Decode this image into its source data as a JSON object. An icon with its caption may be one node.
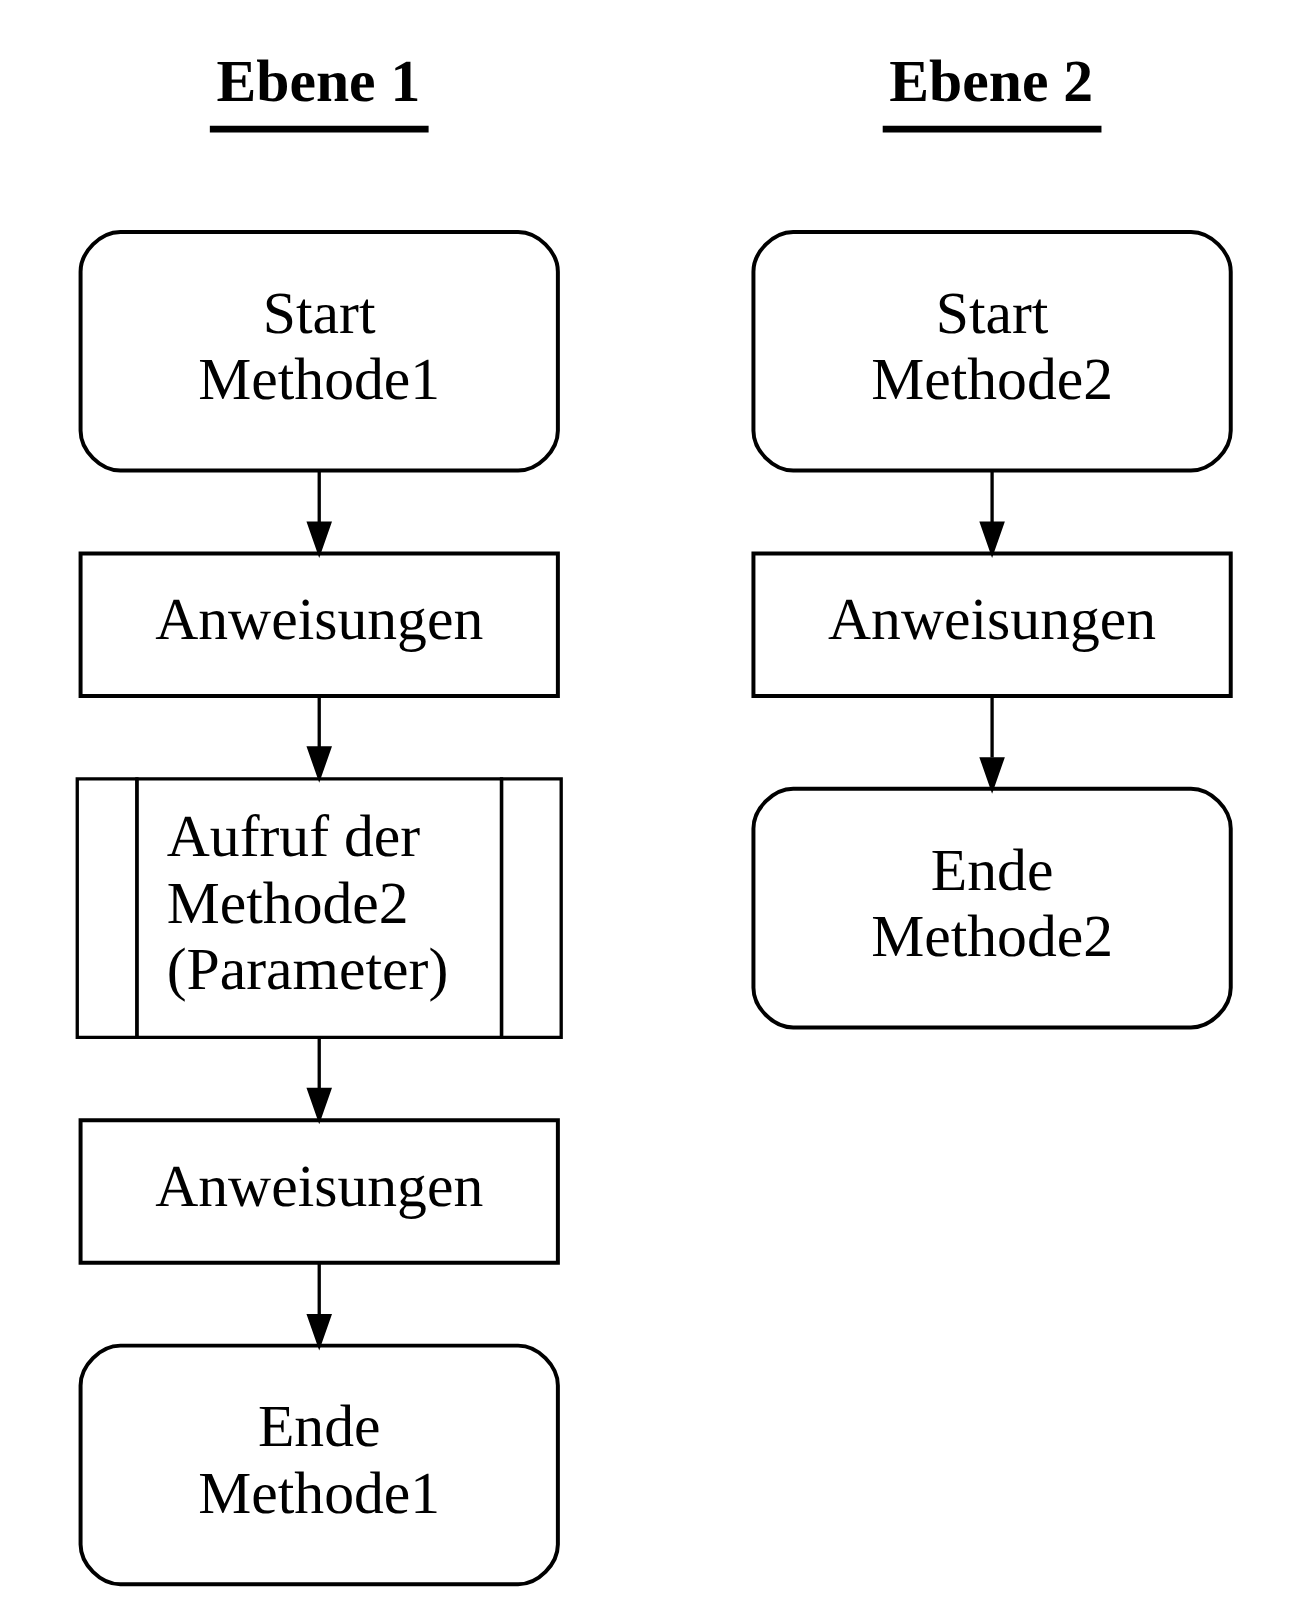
{
  "diagram": {
    "nodes": [
      {
        "text": [
          "Start Methode1"
        ]
      },
      {
        "text": [
          "Anweisungen"
        ]
      },
      {
        "text": [
          "Aufruf der Methode2 (Parameter)"
        ]
      },
      {
        "text": [
          "Anweisungen"
        ]
      },
      {
        "text": [
          "Ende Methode1"
        ]
      },
      {
        "text": [
          "Start Methode2"
        ]
      },
      {
        "text": [
          "Anweisungen"
        ]
      },
      {
        "text": [
          "Ende Methode2"
        ]
      }
    ],
    "edges": [
      {
        "from": 0,
        "to": 1,
        "arrow": "to"
      },
      {
        "from": 1,
        "to": 2,
        "arrow": "to"
      },
      {
        "from": 2,
        "to": 3,
        "arrow": "to"
      },
      {
        "from": 3,
        "to": 4,
        "arrow": "to"
      },
      {
        "from": 5,
        "to": 6,
        "arrow": "to"
      },
      {
        "from": 6,
        "to": 7,
        "arrow": "to"
      }
    ],
    "labels": [
      "Ebene 1",
      "Ebene 2"
    ]
  }
}
